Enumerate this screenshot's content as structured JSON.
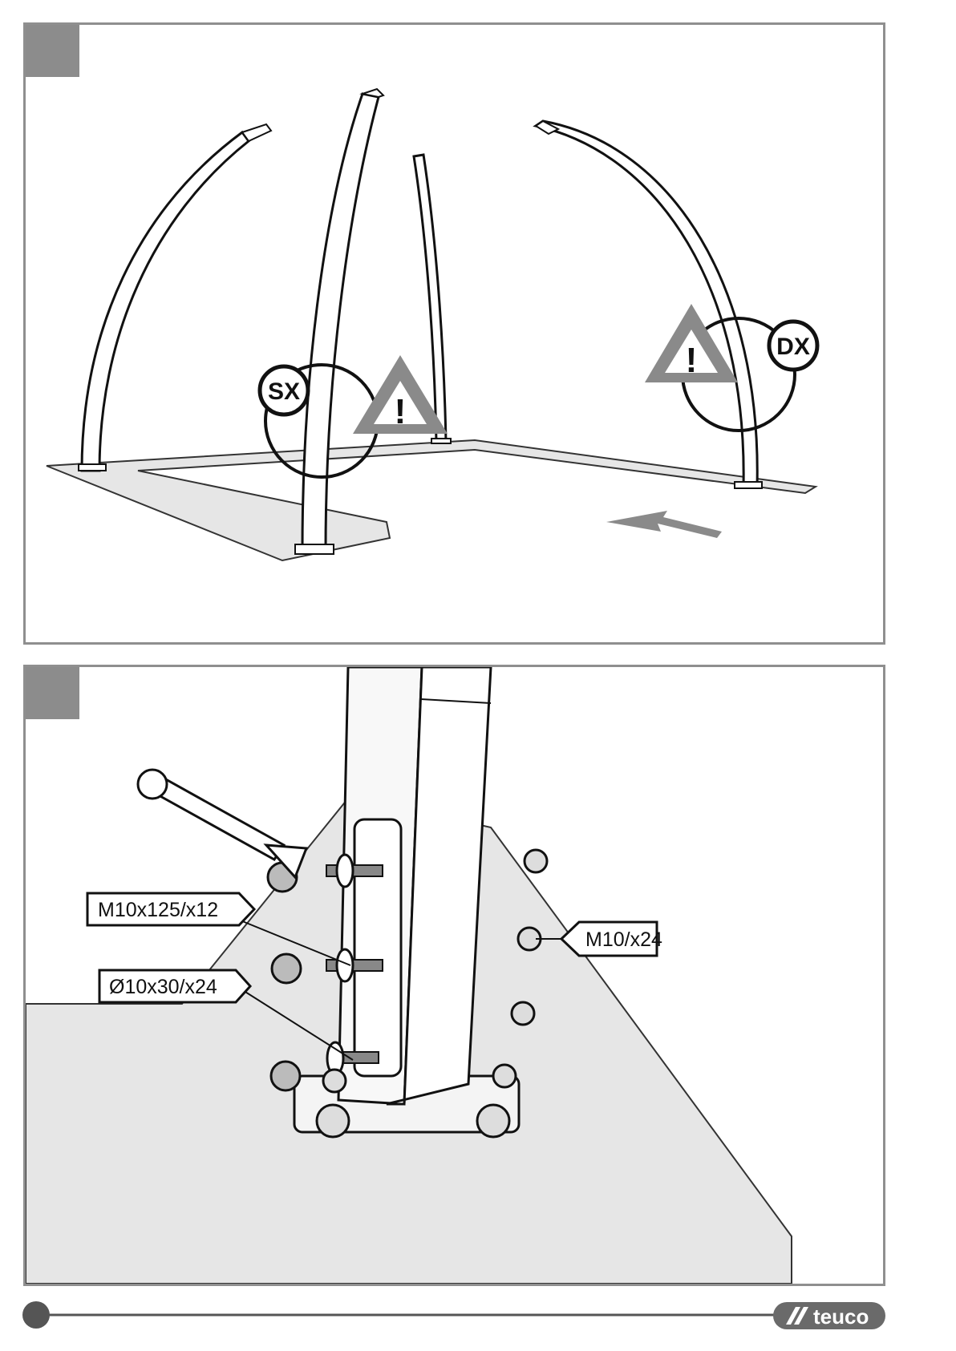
{
  "step1": {
    "badge_left": "SX",
    "badge_right": "DX",
    "warning_glyph": "!"
  },
  "step2": {
    "label_bolt": "M10x125/x12",
    "label_washer": "Ø10x30/x24",
    "label_nut": "M10/x24"
  },
  "footer": {
    "brand": "teuco"
  },
  "colors": {
    "panel_border": "#8f8f8f",
    "step_box": "#8c8c8c",
    "warning": "#8a8a8a",
    "floor": "#e6e6e6"
  },
  "icons": [
    "warning-triangle-icon",
    "wrench-icon",
    "arrow-icon",
    "brand-logo-icon"
  ]
}
